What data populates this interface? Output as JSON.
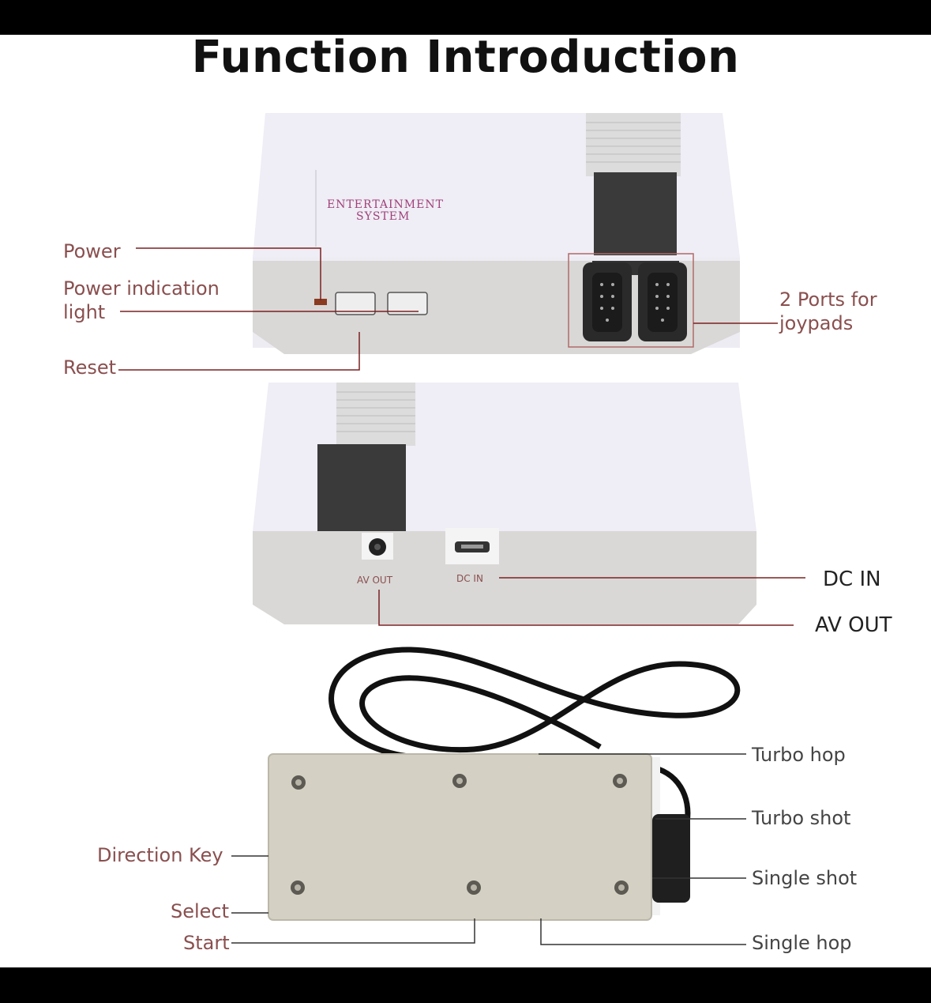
{
  "title": "Function Introduction",
  "console_brand": {
    "line1": "ENTERTAINMENT",
    "line2": "SYSTEM"
  },
  "front_labels": {
    "power": "Power",
    "power_indication_1": "Power indication",
    "power_indication_2": "light",
    "reset": "Reset",
    "ports_1": "2 Ports for",
    "ports_2": "joypads"
  },
  "back_labels": {
    "av_out_small": "AV OUT",
    "dc_in_small": "DC IN",
    "dc_in": "DC IN",
    "av_out": "AV OUT"
  },
  "controller_labels": {
    "turbo_hop": "Turbo hop",
    "turbo_shot": "Turbo shot",
    "single_shot": "Single shot",
    "single_hop": "Single hop",
    "direction_key": "Direction Key",
    "select": "Select",
    "start": "Start"
  },
  "colors": {
    "label_red": "#8a4f4f",
    "line_red": "#7a2020",
    "console_top": "#f0eef6",
    "console_front": "#d9d8d6",
    "controller_back": "#d4d1c4"
  }
}
